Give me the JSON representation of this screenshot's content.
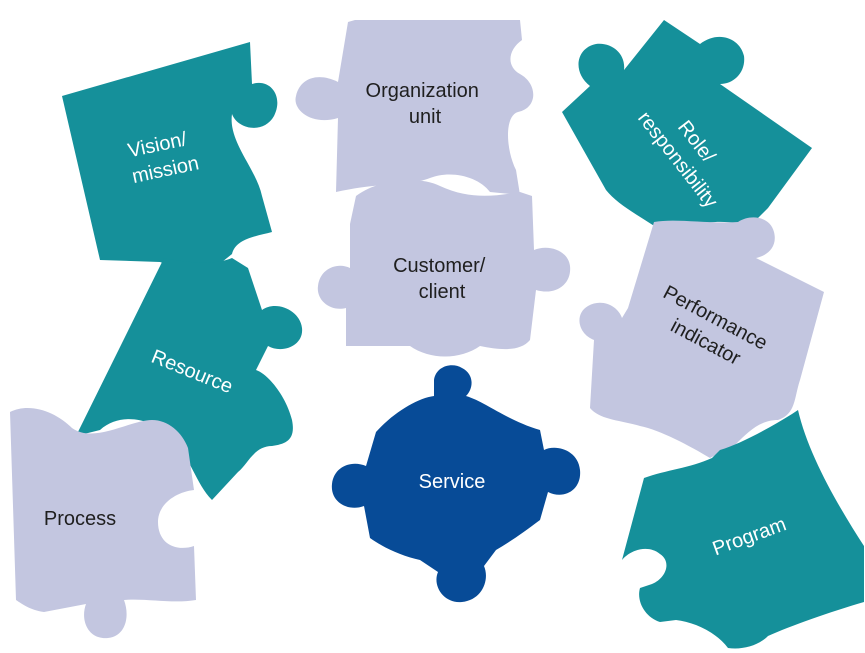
{
  "colors": {
    "teal": "#15909a",
    "lavender": "#c3c6e0",
    "navy": "#074b97",
    "text_dark": "#1f1f1f",
    "text_light": "#ffffff"
  },
  "pieces": {
    "vision": {
      "line1": "Vision/",
      "line2": "mission"
    },
    "org": {
      "line1": "Organization",
      "line2": "unit"
    },
    "role": {
      "line1": "Role/",
      "line2": "responsibility"
    },
    "customer": {
      "line1": "Customer/",
      "line2": "client"
    },
    "performance": {
      "line1": "Performance",
      "line2": "indicator"
    },
    "resource": {
      "line1": "Resource"
    },
    "process": {
      "line1": "Process"
    },
    "service": {
      "line1": "Service"
    },
    "program": {
      "line1": "Program"
    }
  }
}
